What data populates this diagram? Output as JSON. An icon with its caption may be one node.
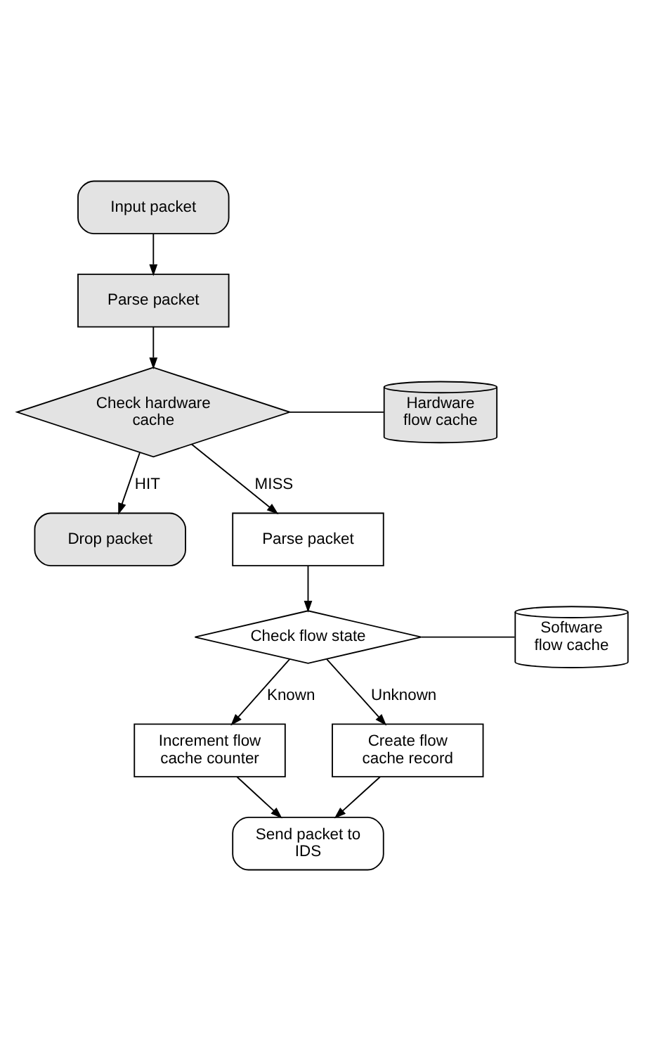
{
  "diagram": {
    "nodes": [
      {
        "text": [
          "Input packet"
        ]
      },
      {
        "text": [
          "Parse packet"
        ]
      },
      {
        "text": [
          "Check hardware cache"
        ]
      },
      {
        "text": [
          "Hardware flow cache"
        ]
      },
      {
        "text": [
          "Drop packet"
        ]
      },
      {
        "text": [
          "Parse packet"
        ]
      },
      {
        "text": [
          "Check flow state"
        ]
      },
      {
        "text": [
          "Software flow cache"
        ]
      },
      {
        "text": [
          "Increment flow cache counter"
        ]
      },
      {
        "text": [
          "Create flow cache record"
        ]
      },
      {
        "text": [
          "Send packet to IDS"
        ]
      }
    ],
    "edges": [
      {
        "from": 0,
        "to": 1,
        "arrow": "to"
      },
      {
        "from": 1,
        "to": 2,
        "arrow": "to"
      },
      {
        "from": 3,
        "to": 2,
        "arrow": "none"
      },
      {
        "from": 2,
        "to": 4,
        "arrow": "to",
        "label": "HIT"
      },
      {
        "from": 2,
        "to": 5,
        "arrow": "to",
        "label": "MISS"
      },
      {
        "from": 5,
        "to": 6,
        "arrow": "to"
      },
      {
        "from": 7,
        "to": 6,
        "arrow": "none"
      },
      {
        "from": 6,
        "to": 8,
        "arrow": "to",
        "label": "Known"
      },
      {
        "from": 6,
        "to": 9,
        "arrow": "to",
        "label": "Unknown"
      },
      {
        "from": 8,
        "to": 10,
        "arrow": "to"
      },
      {
        "from": 9,
        "to": 10,
        "arrow": "to"
      }
    ]
  }
}
